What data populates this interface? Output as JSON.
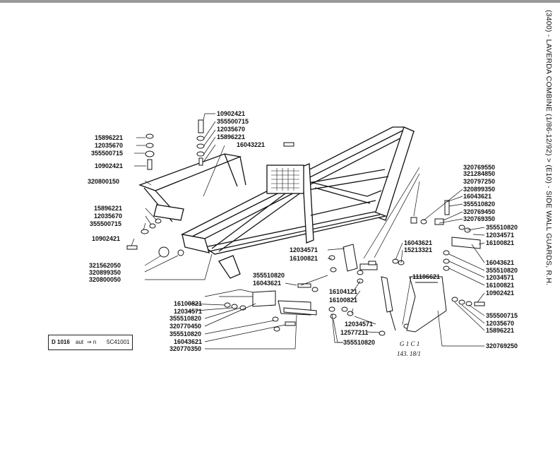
{
  "header": {
    "side_title": "(3400) - LAVERDA COMBINE (1/86-12/92) > (E10) - SIDE WALL GUARDS, R.H."
  },
  "drawing_box": {
    "code": "D 1016",
    "aut": "aut",
    "arrow": "⇒ n",
    "serial": "5C41001"
  },
  "figure_ref": {
    "line1": "G 1 C 1",
    "line2": "143. 18/1"
  },
  "parts": {
    "p_10902421_a": "10902421",
    "p_355500715_a": "355500715",
    "p_12035670_a": "12035670",
    "p_15896221_a": "15896221",
    "p_16043221": "16043221",
    "p_15896221_b": "15896221",
    "p_12035670_b": "12035670",
    "p_355500715_b": "355500715",
    "p_10902421_b": "10902421",
    "p_320800150": "320800150",
    "p_15896221_c": "15896221",
    "p_12035670_c": "12035670",
    "p_355500715_c": "355500715",
    "p_10902421_c": "10902421",
    "p_321562050": "321562050",
    "p_320899350_a": "320899350",
    "p_320800050": "320800050",
    "p_320769550": "320769550",
    "p_321284850": "321284850",
    "p_320797250": "320797250",
    "p_320899350_b": "320899350",
    "p_16043621_a": "16043621",
    "p_355510820_a": "355510820",
    "p_320769450": "320769450",
    "p_320769350": "320769350",
    "p_355510820_b": "355510820",
    "p_12034571_a": "12034571",
    "p_16100821_a": "16100821",
    "p_16043621_b": "16043621",
    "p_355510820_c": "355510820",
    "p_12034571_b": "12034571",
    "p_16100821_b": "16100821",
    "p_10902421_d": "10902421",
    "p_355500715_d": "355500715",
    "p_12035670_d": "12035670",
    "p_15896221_d": "15896221",
    "p_320769250": "320769250",
    "p_12034571_c": "12034571",
    "p_16100821_c": "16100821",
    "p_16043621_c": "16043621",
    "p_15213321": "15213321",
    "p_11106621": "11106621",
    "p_355510820_d": "355510820",
    "p_16043621_d": "16043621",
    "p_16104121": "16104121",
    "p_16100821_d": "16100821",
    "p_16100821_e": "16100821",
    "p_12034571_d": "12034571",
    "p_355510820_e": "355510820",
    "p_320770450": "320770450",
    "p_355510820_f": "355510820",
    "p_16043621_e": "16043621",
    "p_320770350": "320770350",
    "p_12034571_e": "12034571",
    "p_12577211": "12577211",
    "p_355510820_g": "355510820"
  }
}
